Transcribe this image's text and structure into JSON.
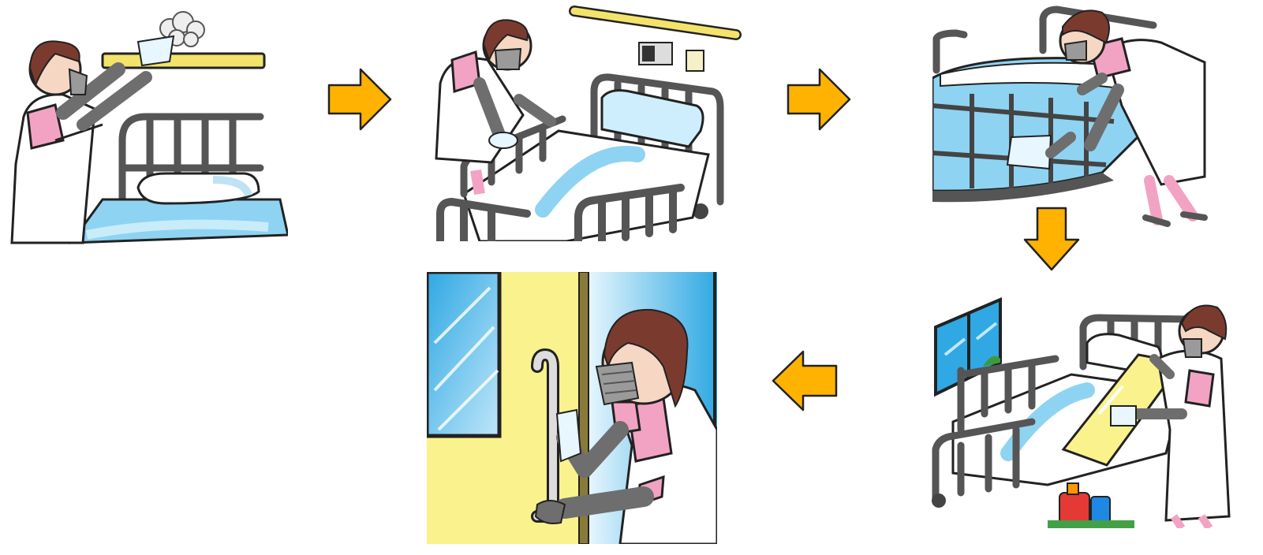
{
  "steps": [
    {
      "id": 1,
      "scene": "wipe-overhead-rail",
      "icon": "wiping-rail-icon"
    },
    {
      "id": 2,
      "scene": "wipe-bed-rail",
      "icon": "wiping-bed-rail-icon"
    },
    {
      "id": 3,
      "scene": "wipe-mattress-side",
      "icon": "wiping-mattress-icon"
    },
    {
      "id": 4,
      "scene": "wipe-overbed-table",
      "icon": "wiping-table-icon"
    },
    {
      "id": 5,
      "scene": "wipe-door-handle",
      "icon": "wiping-door-handle-icon"
    }
  ],
  "flow": [
    "right",
    "right",
    "down",
    "left"
  ],
  "colors": {
    "arrow_fill": "#FFB300",
    "arrow_stroke": "#222222",
    "skin": "#F6D7C3",
    "hair": "#7A3B2E",
    "scrub_pink": "#F2A3C4",
    "apron": "#FFFFFF",
    "glove": "#6E6E6E",
    "mask": "#9A9A9A",
    "mattress_blue": "#8FD3F2",
    "rail_yellow": "#F3E36B",
    "wall_yellow": "#FAF28C",
    "window_blue": "#2FA8E3",
    "bed_frame": "#555555"
  }
}
